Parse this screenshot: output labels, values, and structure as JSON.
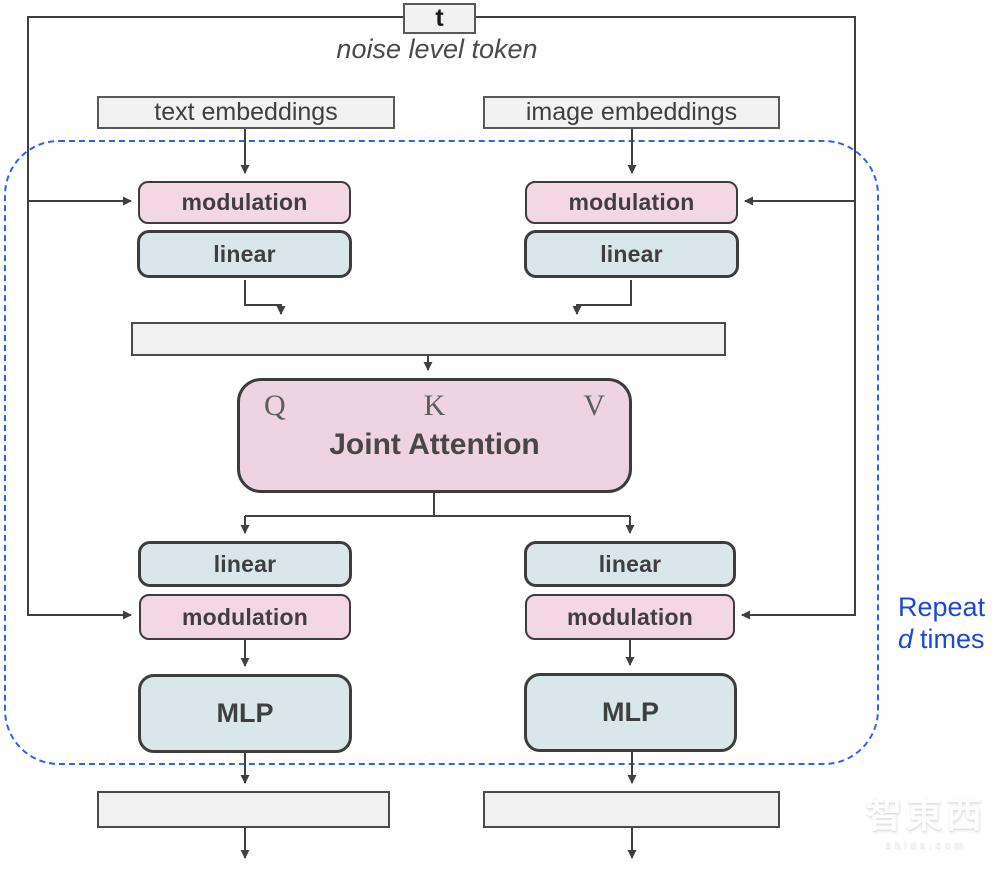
{
  "nodes": {
    "t_label": "t",
    "noise_caption": "noise level token",
    "text_embeddings": "text embeddings",
    "image_embeddings": "image embeddings",
    "modulation": "modulation",
    "linear": "linear",
    "joint_attention": "Joint Attention",
    "q": "Q",
    "k": "K",
    "v": "V",
    "mlp": "MLP"
  },
  "annotation": {
    "repeat": "Repeat",
    "d": "d",
    "times": "times"
  },
  "watermark": {
    "logo": "智東西",
    "domain": "zhidx.com"
  },
  "colors": {
    "boxGray": "#f2f2f2",
    "boxPink": "#f3d7e3",
    "boxTeal": "#dae7ea",
    "jaPink": "#eed4e2",
    "borderDark": "#3d3d3d",
    "lineColor": "#404040",
    "dashBlue": "#2d62e9",
    "noteBlue": "#1b49d5"
  }
}
